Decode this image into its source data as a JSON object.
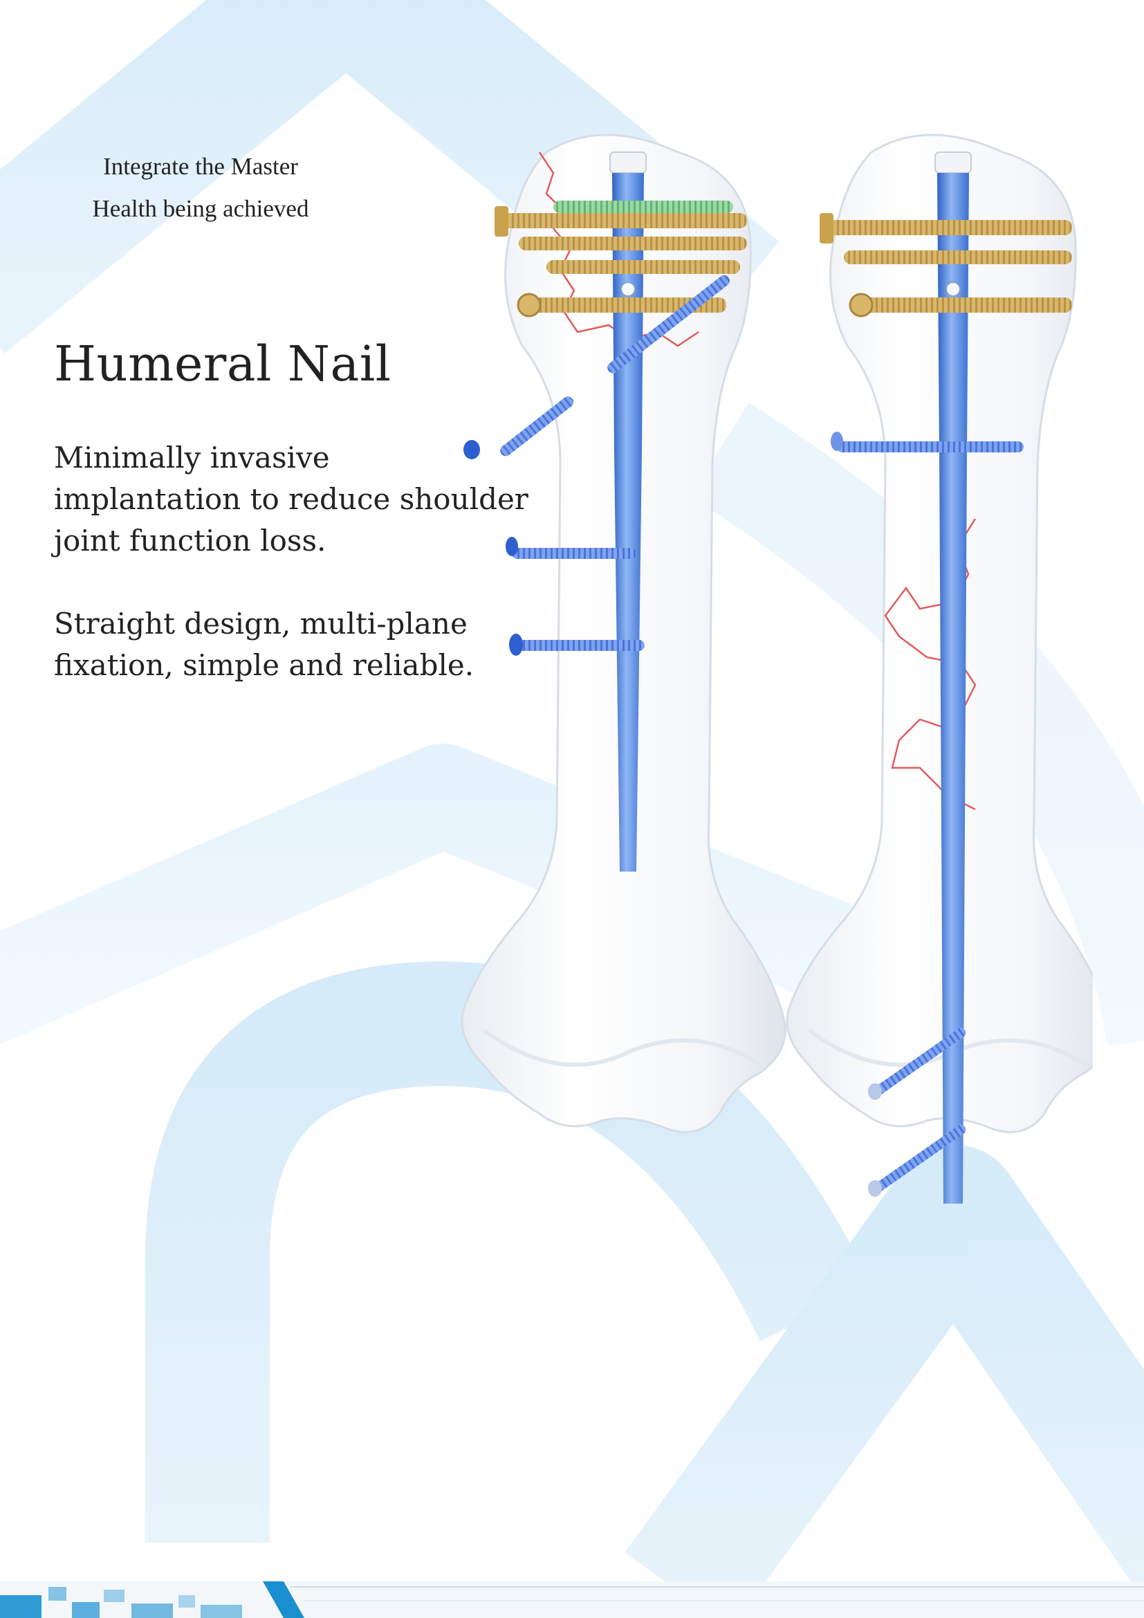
{
  "tagline": {
    "line1": "Integrate the Master",
    "line2": "Health being achieved"
  },
  "title": "Humeral Nail",
  "features": [
    {
      "line1": "Minimally invasive",
      "line2": "implantation to reduce shoulder",
      "line3": "joint function loss."
    },
    {
      "line1": "Straight design, multi-plane",
      "line2": "fixation, simple and reliable."
    }
  ],
  "colors": {
    "watermark": "#d6ecfa",
    "nail": "#4a86e0",
    "screw_gold": "#d9b76a",
    "screw_green": "#7cc98a",
    "screw_blue": "#5b82e6",
    "fracture_line": "#e35a5a",
    "footer_blue": "#1a8fd0"
  },
  "illustration": {
    "left_bone": "humerus-short-nail",
    "right_bone": "humerus-long-nail"
  }
}
